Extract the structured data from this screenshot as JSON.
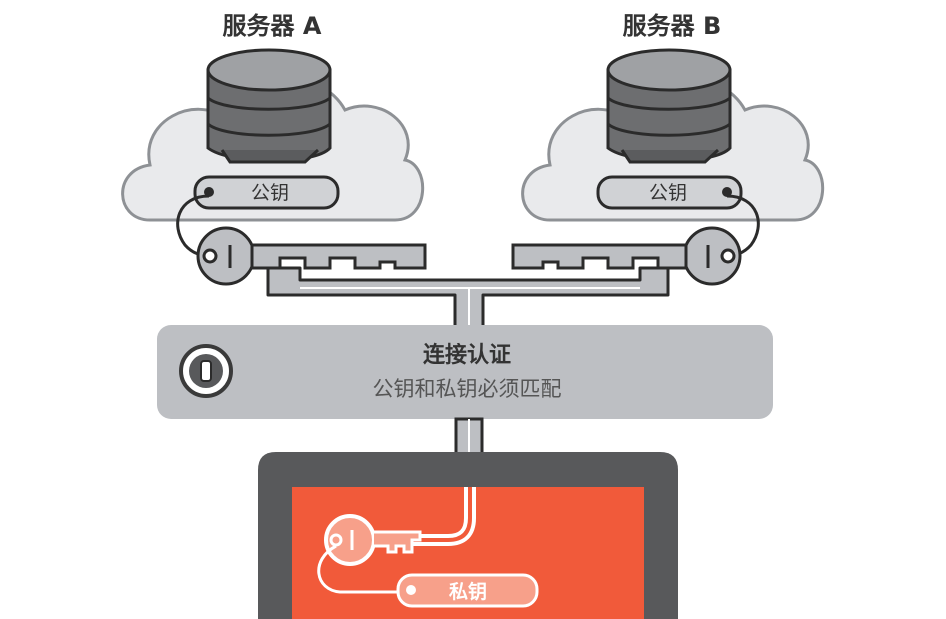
{
  "servers": [
    {
      "title": "服务器 A",
      "key_label": "公钥"
    },
    {
      "title": "服务器 B",
      "key_label": "公钥"
    }
  ],
  "auth": {
    "title": "连接认证",
    "subtitle": "公钥和私钥必须匹配"
  },
  "client": {
    "key_label": "私钥"
  },
  "colors": {
    "cloud_fill": "#e9eaec",
    "cloud_stroke": "#8e9195",
    "panel_gray": "#bdbfc3",
    "dark_gray": "#58595b",
    "screen_orange": "#f15a3a",
    "outline": "#2b2b2b"
  }
}
